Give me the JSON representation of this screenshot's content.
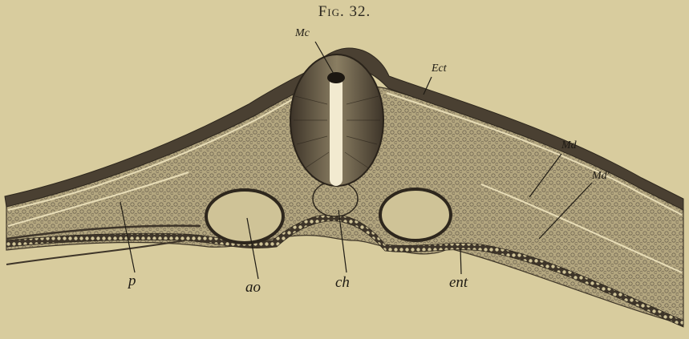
{
  "figure": {
    "title": "Fig. 32.",
    "labels": {
      "mc": "Mc",
      "ect": "Ect",
      "md": "Md",
      "md_prime": "Md'",
      "p": "p",
      "ao": "ao",
      "ch": "ch",
      "ent": "ent"
    }
  },
  "colors": {
    "background": "#d8cc9e",
    "ectoderm": "#4a4032",
    "mesoderm": "#a89b78",
    "neural_tube": "#5c5242",
    "ink": "#1f1b14"
  }
}
